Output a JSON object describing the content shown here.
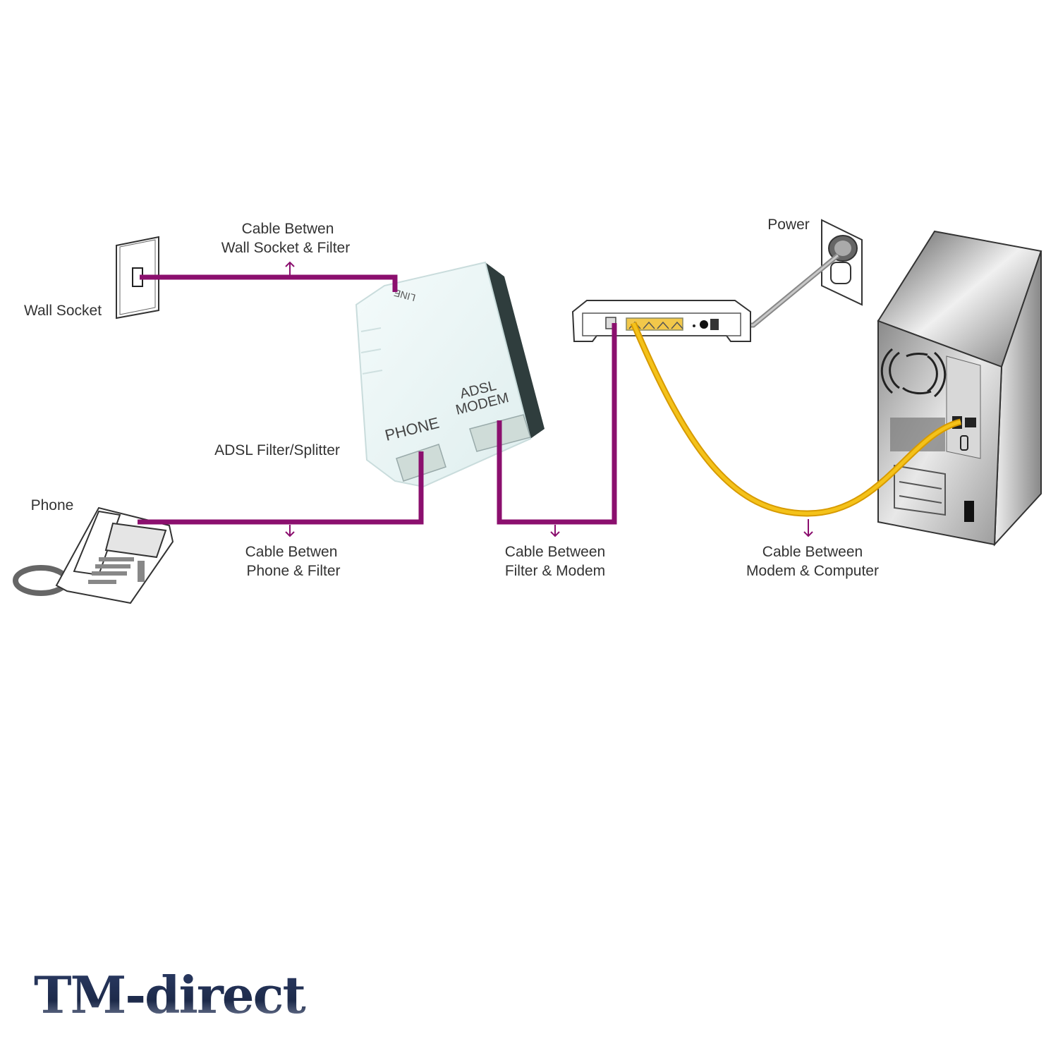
{
  "labels": {
    "wall_socket": "Wall Socket",
    "phone": "Phone",
    "power": "Power",
    "filter": "ADSL Filter/Splitter",
    "cable_wall_filter": {
      "line1": "Cable Betwen",
      "line2": "Wall Socket & Filter"
    },
    "cable_phone_filter": {
      "line1": "Cable Betwen",
      "line2": "Phone & Filter"
    },
    "cable_filter_modem": {
      "line1": "Cable Between",
      "line2": "Filter & Modem"
    },
    "cable_modem_computer": {
      "line1": "Cable Between",
      "line2": "Modem & Computer"
    }
  },
  "device_text": {
    "line_port": "LINE",
    "phone_port": "PHONE",
    "modem_port_line1": "ADSL",
    "modem_port_line2": "MODEM"
  },
  "logo": "TM-direct",
  "colors": {
    "phone_cable": "#8B0F6E",
    "ethernet_cable": "#F2B705",
    "power_cable": "#9a9a9a",
    "logo": "#1d2a4a"
  }
}
